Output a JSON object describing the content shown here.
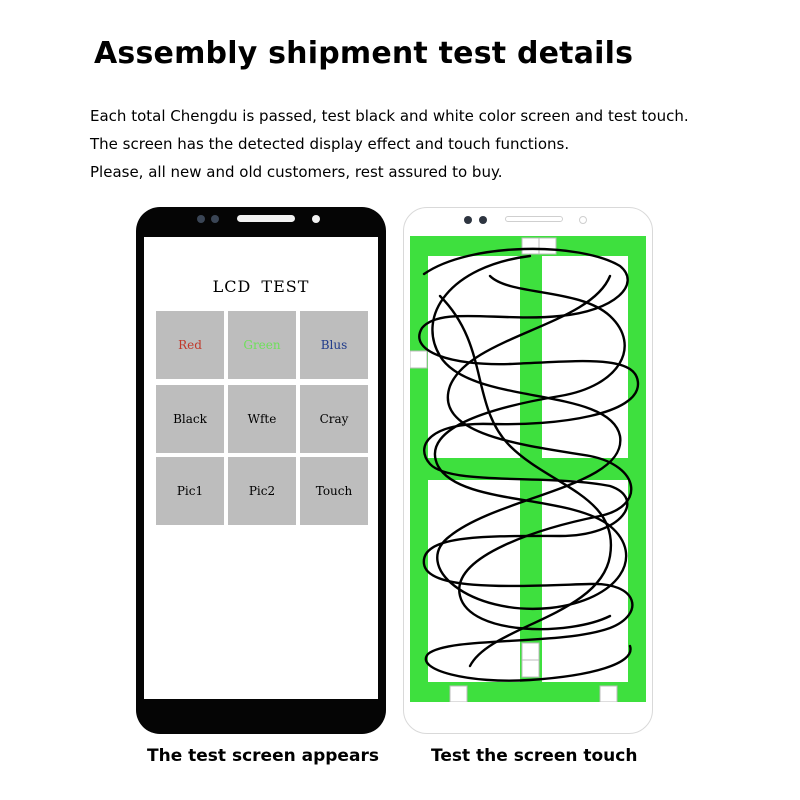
{
  "header": {
    "title": "Assembly shipment test details",
    "lines": [
      "Each total Chengdu is passed, test black and white color screen and test touch.",
      "The screen has the detected display effect and touch functions.",
      "Please, all new and old customers, rest assured to buy."
    ]
  },
  "lcd_test": {
    "title": "LCD  TEST",
    "tiles": [
      {
        "label": "Red",
        "color": "#c0392b"
      },
      {
        "label": "Green",
        "color": "#6ee05a"
      },
      {
        "label": "Blus",
        "color": "#1f3a8a"
      },
      {
        "label": "Black",
        "color": "#111111"
      },
      {
        "label": "Wfte",
        "color": "#111111"
      },
      {
        "label": "Cray",
        "color": "#111111"
      },
      {
        "label": "Pic1",
        "color": "#111111"
      },
      {
        "label": "Pic2",
        "color": "#111111"
      },
      {
        "label": "Touch",
        "color": "#111111"
      }
    ]
  },
  "touch_test": {
    "grid_color": "#3ee03e",
    "scribble_color": "#000000"
  },
  "captions": {
    "left": "The test screen appears",
    "right": "Test the screen touch"
  },
  "colors": {
    "tile_bg": "#bdbdbd",
    "bezel_black": "#050505"
  }
}
